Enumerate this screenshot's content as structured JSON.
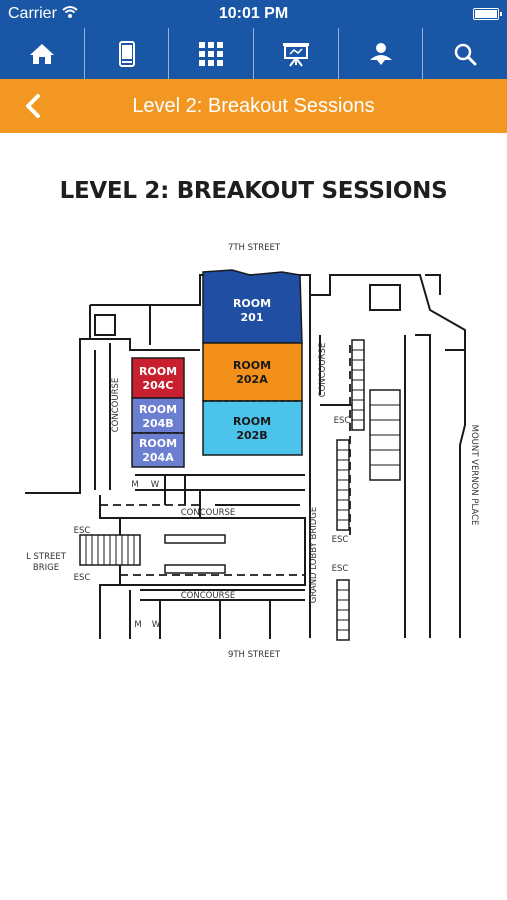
{
  "status": {
    "carrier": "Carrier",
    "time": "10:01 PM"
  },
  "nav": {
    "icons": [
      "home-icon",
      "mobile-device-icon",
      "schedule-grid-icon",
      "presentation-board-icon",
      "speaker-icon",
      "search-icon"
    ]
  },
  "header": {
    "title": "Level 2: Breakout Sessions"
  },
  "map": {
    "title": "LEVEL 2: BREAKOUT SESSIONS",
    "street_top": "7TH STREET",
    "street_bottom": "9TH STREET",
    "street_right": "MOUNT VERNON PLACE",
    "bridge_left_1": "L STREET",
    "bridge_left_2": "BRIGE",
    "grand_lobby": "GRAND LOBBY BRIDGE",
    "concourse": "CONCOURSE",
    "esc": "ESC",
    "restroom_m": "M",
    "restroom_w": "W",
    "rooms": [
      {
        "id": "201",
        "line1": "ROOM",
        "line2": "201",
        "color": "#1f4ea3"
      },
      {
        "id": "202A",
        "line1": "ROOM",
        "line2": "202A",
        "color": "#f39019"
      },
      {
        "id": "202B",
        "line1": "ROOM",
        "line2": "202B",
        "color": "#4cc3ea"
      },
      {
        "id": "204C",
        "line1": "ROOM",
        "line2": "204C",
        "color": "#c8202f"
      },
      {
        "id": "204B",
        "line1": "ROOM",
        "line2": "204B",
        "color": "#6b7ed0"
      },
      {
        "id": "204A",
        "line1": "ROOM",
        "line2": "204A",
        "color": "#6b7ed0"
      }
    ]
  }
}
